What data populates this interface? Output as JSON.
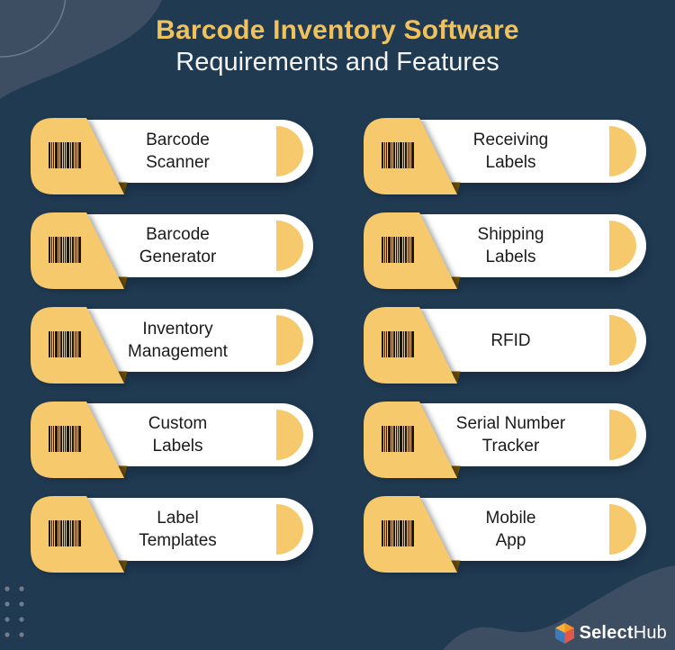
{
  "header": {
    "title_line1": "Barcode Inventory Software",
    "title_line2": "Requirements and Features"
  },
  "items": [
    {
      "label": "Barcode\nScanner",
      "icon": "barcode-icon"
    },
    {
      "label": "Receiving\nLabels",
      "icon": "barcode-icon"
    },
    {
      "label": "Barcode\nGenerator",
      "icon": "barcode-icon"
    },
    {
      "label": "Shipping\nLabels",
      "icon": "barcode-icon"
    },
    {
      "label": "Inventory\nManagement",
      "icon": "barcode-icon"
    },
    {
      "label": "RFID",
      "icon": "barcode-icon"
    },
    {
      "label": "Custom\nLabels",
      "icon": "barcode-icon"
    },
    {
      "label": "Serial Number\nTracker",
      "icon": "barcode-icon"
    },
    {
      "label": "Label\nTemplates",
      "icon": "barcode-icon"
    },
    {
      "label": "Mobile\nApp",
      "icon": "barcode-icon"
    }
  ],
  "footer": {
    "brand_bold": "Select",
    "brand_light": "Hub",
    "brand_icon": "selecthub-cube-icon"
  },
  "colors": {
    "bg_navy": "#203a52",
    "swoosh": "#3d4e62",
    "accent_yellow": "#f7c96d",
    "title_yellow": "#f0c25d",
    "fold_brown": "#6f4e03",
    "text_dark": "#1b1b1b",
    "dot_gray": "#7b8795",
    "logo_orange": "#f7941e",
    "logo_orange_light": "#fbb03b",
    "logo_red": "#e2574c",
    "logo_blue": "#3a7bbf"
  }
}
